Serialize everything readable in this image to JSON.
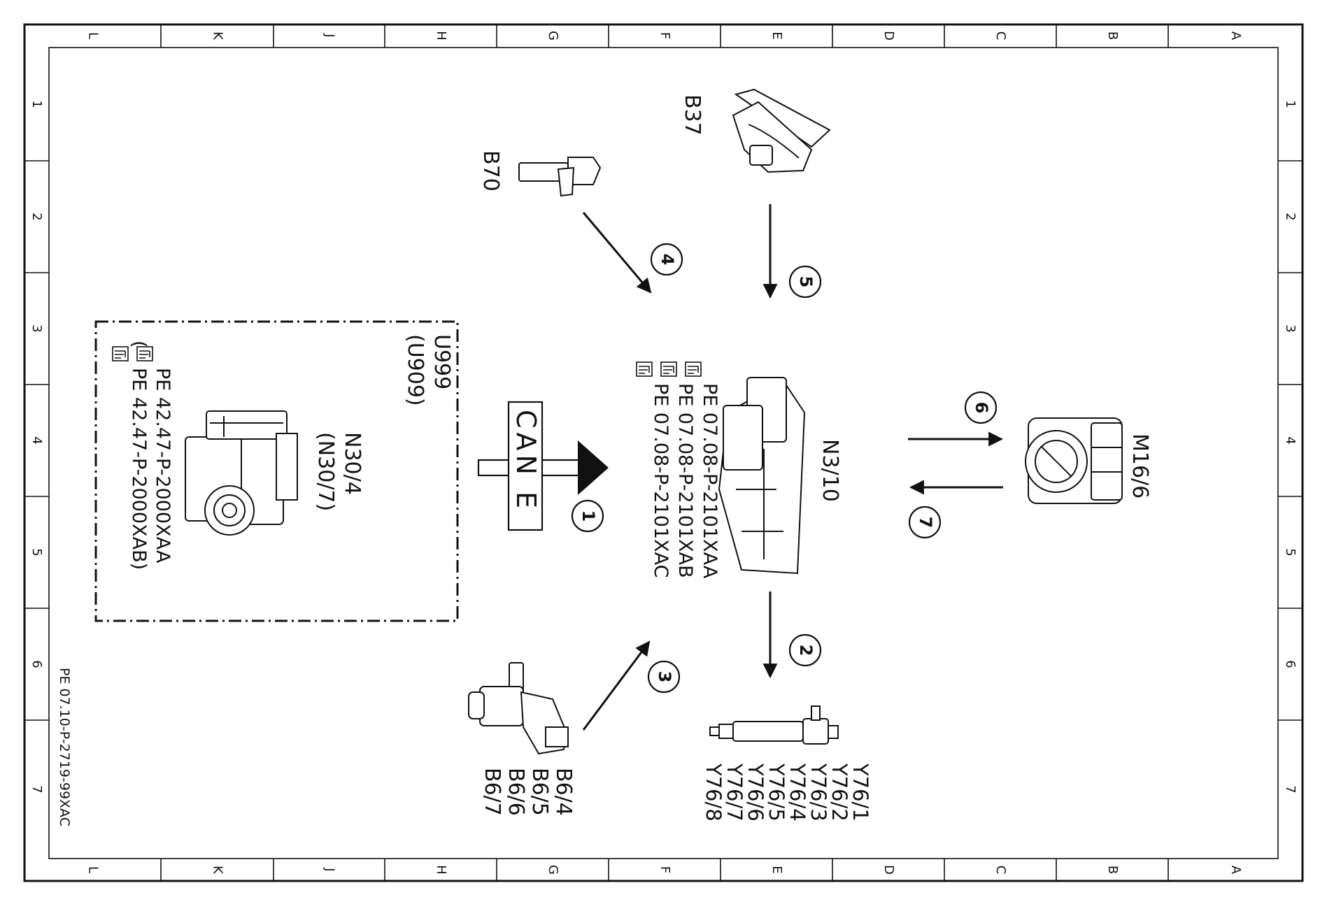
{
  "grid": {
    "columns": [
      "L",
      "K",
      "J",
      "H",
      "G",
      "F",
      "E",
      "D",
      "C",
      "B",
      "A"
    ],
    "rows": [
      "1",
      "2",
      "3",
      "4",
      "5",
      "6",
      "7"
    ]
  },
  "document_id": "PE 07.10-P-2719-99XAC",
  "components": {
    "b37": "B37",
    "b70": "B70",
    "n3_10": "N3/10",
    "m16_6": "M16/6",
    "n30_4": "N30/4",
    "n30_7": "(N30/7)",
    "u999": "U999",
    "u909": "(U909)",
    "b6_sensors": [
      "B6/4",
      "B6/5",
      "B6/6",
      "B6/7"
    ],
    "y76_injectors": [
      "Y76/1",
      "Y76/2",
      "Y76/3",
      "Y76/4",
      "Y76/5",
      "Y76/6",
      "Y76/7",
      "Y76/8"
    ]
  },
  "references": {
    "n3_10": [
      "PE 07.08-P-2101XAA",
      "PE 07.08-P-2101XAB",
      "PE 07.08-P-2101XAC"
    ],
    "n30_4": [
      "PE 42.47-P-2000XAA",
      "(",
      "PE 42.47-P-2000XAB)"
    ]
  },
  "can_label": "CAN E",
  "signals": [
    "1",
    "2",
    "3",
    "4",
    "5",
    "6",
    "7"
  ],
  "icons": {
    "reference": "pointing-hand-icon",
    "b37": "accelerator-pedal-sensor",
    "b70": "crankshaft-sensor",
    "n3_10": "engine-control-unit",
    "m16_6": "throttle-actuator",
    "n30_4": "esp-control-unit",
    "b6": "camshaft-hall-sensor",
    "y76": "fuel-injector"
  }
}
